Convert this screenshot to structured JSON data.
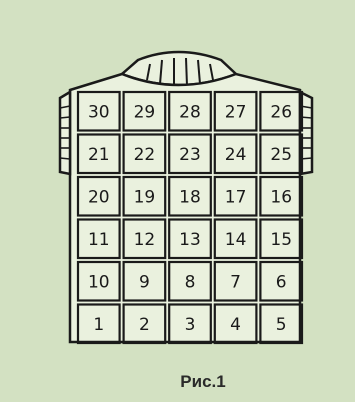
{
  "figure": {
    "caption": "Рис.1",
    "grid_rows": [
      [
        "30",
        "29",
        "28",
        "27",
        "26"
      ],
      [
        "21",
        "22",
        "23",
        "24",
        "25"
      ],
      [
        "20",
        "19",
        "18",
        "17",
        "16"
      ],
      [
        "11",
        "12",
        "13",
        "14",
        "15"
      ],
      [
        "10",
        "9",
        "8",
        "7",
        "6"
      ],
      [
        "1",
        "2",
        "3",
        "4",
        "5"
      ]
    ]
  },
  "colors": {
    "background": "#d3e1c2",
    "garment": "#eaf1de",
    "line": "#1a1a1a"
  }
}
